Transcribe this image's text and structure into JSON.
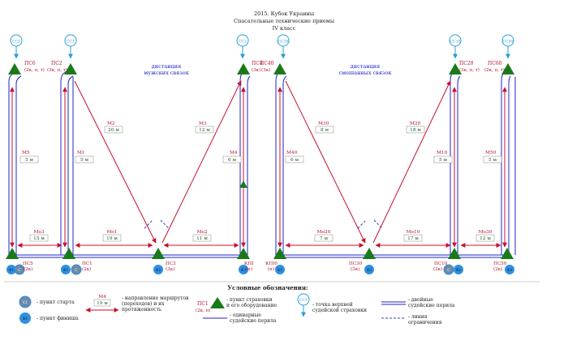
{
  "header": {
    "line1": "2015. Кубок Украины",
    "line2": "Спасательные технические приемы",
    "line3": "IV класс"
  },
  "distances": {
    "men": [
      "дистанция",
      "мужских связок"
    ],
    "mixed": [
      "дистанция",
      "смешанных связок"
    ]
  },
  "colors": {
    "rope": "#1c24c8",
    "route": "#c8102e",
    "node": "#1a7a1a",
    "station_text": "#b0102a",
    "label_text": "#1f5a1f",
    "topbelay": "#2a9fd6",
    "finish": "#2f8fe0",
    "limit_line": "#3a3ad0"
  },
  "top_belays": [
    "СС5",
    "СС1",
    "СС2",
    "СС20",
    "СС10",
    "СС50"
  ],
  "top_stations": [
    {
      "label": "ПС6",
      "sub": "(2к, п, т)"
    },
    {
      "label": "ПС2",
      "sub": "(3к, п, т)"
    },
    {
      "label": "ПС4",
      "sub": "(3к)"
    },
    {
      "label": "ПС40",
      "sub": "(3к)"
    },
    {
      "label": "ПС20",
      "sub": "(3к, п, т)"
    },
    {
      "label": "ПС60",
      "sub": "(2к, п, т)"
    }
  ],
  "bottom_stations": [
    {
      "label": "ПС5",
      "sub": "(2к)"
    },
    {
      "label": "ПС1",
      "sub": "(2к)"
    },
    {
      "label": "ПС3",
      "sub": "(3к)"
    },
    {
      "label": "КПI",
      "sub": "(п)"
    },
    {
      "label": "КПI0",
      "sub": "(п)"
    },
    {
      "label": "ПС30",
      "sub": "(3к)"
    },
    {
      "label": "ПС10",
      "sub": "(2к)"
    },
    {
      "label": "ПС50",
      "sub": "(2к)"
    }
  ],
  "vertical_labels": [
    {
      "name": "М5",
      "len": "5 м"
    },
    {
      "name": "М1",
      "len": "5 м"
    },
    {
      "name": "М4",
      "len": "6 м"
    },
    {
      "name": "М40",
      "len": "6 м"
    },
    {
      "name": "М10",
      "len": "5 м"
    },
    {
      "name": "М50",
      "len": "5 м"
    }
  ],
  "diagonal_labels": [
    {
      "name": "М2",
      "len": "20 м"
    },
    {
      "name": "М3",
      "len": "12 м"
    },
    {
      "name": "М30",
      "len": "8 м"
    },
    {
      "name": "М20",
      "len": "18 м"
    }
  ],
  "horizontal_labels": [
    {
      "name": "Мо3",
      "len": "15 м"
    },
    {
      "name": "Мо1",
      "len": "19 м"
    },
    {
      "name": "Мо2",
      "len": "11 м"
    },
    {
      "name": "Мо20",
      "len": "7 м"
    },
    {
      "name": "Мо10",
      "len": "17 м"
    },
    {
      "name": "Мо30",
      "len": "12 м"
    }
  ],
  "start_marks": [
    "С",
    "С",
    "С"
  ],
  "finish_marks": [
    "Ф1",
    "Ф1",
    "Ф2",
    "Ф1",
    "Ф2",
    "Ф3",
    "Ф2",
    "Ф3"
  ],
  "legend": {
    "title": "Условные обозначения:",
    "start_icon": "С1",
    "start_text": "- пункт старта",
    "finish_icon": "Ф1",
    "finish_text": "- пункт финиша",
    "route_name": "М4",
    "route_len": "19 м",
    "route_text": [
      "- направление маршрутов",
      "(переходов) и их",
      "протяженность"
    ],
    "station_label": "ПС1",
    "station_sub": "(2к, п)",
    "station_text": [
      "- пункт страховки",
      "и его оборудование"
    ],
    "single_text": [
      "- одинарные",
      "судейские перила"
    ],
    "topbelay_icon": "СС1",
    "topbelay_text": [
      "- точка верхней",
      "судейской страховки"
    ],
    "double_text": [
      "- двойные",
      "судейские перила"
    ],
    "limit_text": [
      "- линия",
      "ограничения"
    ]
  }
}
